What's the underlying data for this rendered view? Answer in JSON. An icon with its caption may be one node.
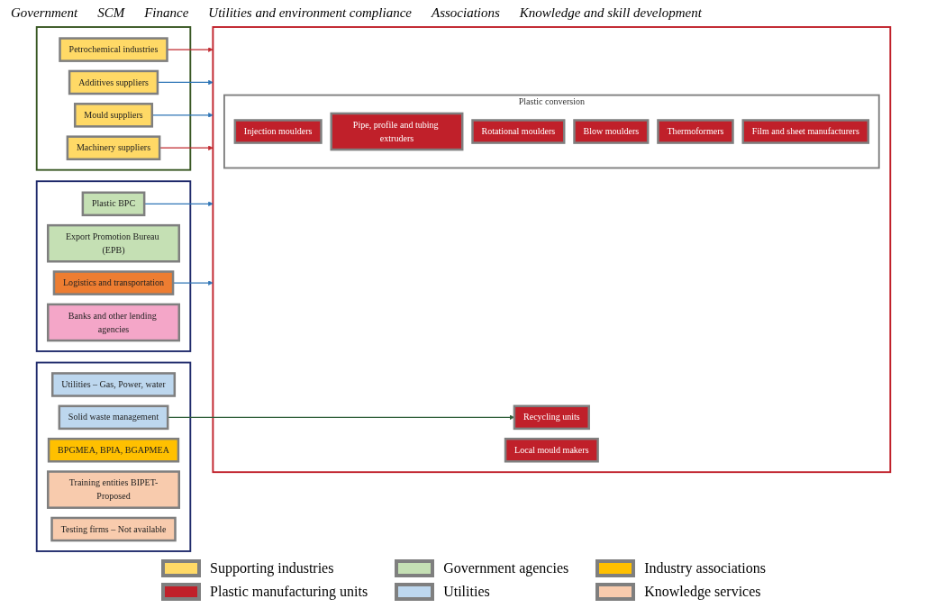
{
  "diagram": {
    "nodes": [
      {
        "text": [],
        "shape": "box"
      },
      {
        "text": [
          "Petrochemical industries"
        ],
        "in": 0
      },
      {
        "text": [
          "Additives suppliers"
        ],
        "in": 0
      },
      {
        "text": [
          "Mould suppliers"
        ],
        "in": 0
      },
      {
        "text": [
          "Machinery suppliers"
        ],
        "in": 0
      },
      {
        "text": [],
        "shape": "box"
      },
      {
        "text": [
          "Plastic conversion"
        ],
        "in": 5
      },
      {
        "text": [
          "Injection moulders"
        ],
        "in": 6
      },
      {
        "text": [
          "Pipe, profile and tubing extruders"
        ],
        "in": 6
      },
      {
        "text": [
          "Rotational moulders"
        ],
        "in": 6
      },
      {
        "text": [
          "Blow moulders"
        ],
        "in": 6
      },
      {
        "text": [
          "Thermoformers"
        ],
        "in": 6
      },
      {
        "text": [
          "Film and sheet manufacturers"
        ],
        "in": 6
      },
      {
        "text": [
          "Recycling units"
        ],
        "in": 5
      },
      {
        "text": [
          "Local mould makers"
        ],
        "in": 5
      },
      {
        "text": [],
        "shape": "box"
      },
      {
        "text": [
          "Plastic BPC"
        ],
        "in": 15
      },
      {
        "text": [
          "Export Promotion Bureau (EPB)"
        ],
        "in": 15
      },
      {
        "text": [
          "Logistics and transportation"
        ],
        "in": 15
      },
      {
        "text": [
          "Banks and other lending agencies"
        ],
        "in": 15
      },
      {
        "text": [],
        "shape": "box"
      },
      {
        "text": [
          "Utilities – Gas, Power, water"
        ],
        "in": 20
      },
      {
        "text": [
          "Solid waste management"
        ],
        "in": 20
      },
      {
        "text": [
          "BPGMEA, BPIA, BGAPMEA"
        ],
        "in": 20
      },
      {
        "text": [
          "Training entities BIPET-Proposed"
        ],
        "in": 20
      },
      {
        "text": [
          "Testing firms – Not available"
        ],
        "in": 20
      }
    ],
    "edges": [
      {
        "from": 1,
        "to": 5,
        "arrow": "to",
        "color": "#c0282e"
      },
      {
        "from": 2,
        "to": 5,
        "arrow": "to"
      },
      {
        "from": 3,
        "to": 5,
        "arrow": "to"
      },
      {
        "from": 4,
        "to": 5,
        "arrow": "to",
        "color": "#c0282e"
      },
      {
        "from": 16,
        "to": 5,
        "arrow": "to"
      },
      {
        "from": 18,
        "to": 5,
        "arrow": "to"
      },
      {
        "from": 22,
        "to": 13,
        "arrow": "to",
        "color": "#2f5f3a"
      }
    ],
    "labels": [
      "Government",
      "SCM",
      "Finance",
      "Utilities and environment compliance",
      "Associations",
      "Knowledge and skill development"
    ],
    "legend": [
      {
        "text": "Supporting industries",
        "color": "#ffd966"
      },
      {
        "text": "Government agencies",
        "color": "#c5e0b4"
      },
      {
        "text": "Industry associations",
        "color": "#ffc000"
      },
      {
        "text": "Plastic manufacturing units",
        "color": "#c0202a"
      },
      {
        "text": "Utilities",
        "color": "#bdd7ee"
      },
      {
        "text": "Knowledge services",
        "color": "#f8cbad"
      }
    ]
  }
}
